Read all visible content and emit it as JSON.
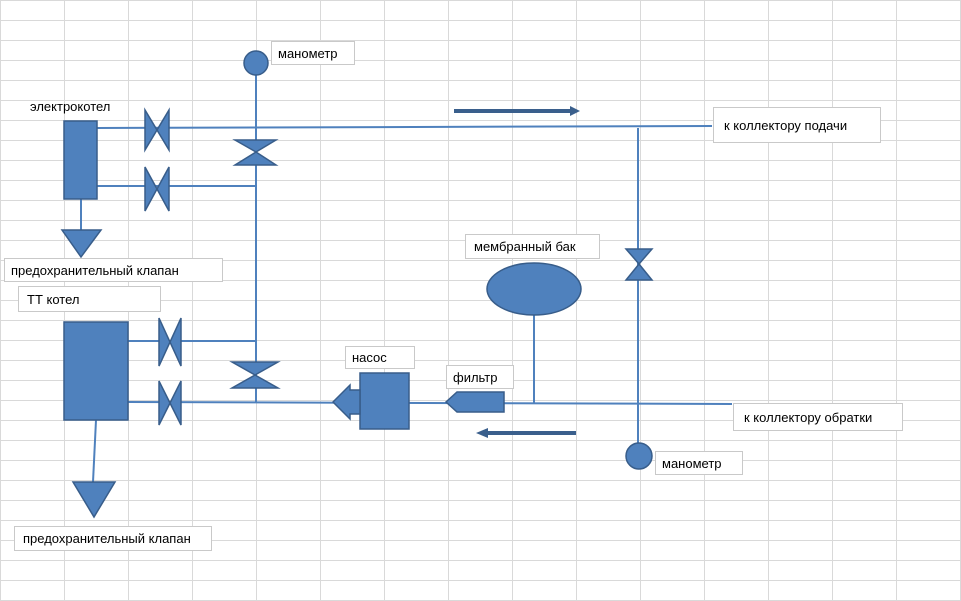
{
  "labels": {
    "manometer_top": "манометр",
    "electric_boiler": "электрокотел",
    "to_supply_collector": "к коллектору  подачи",
    "safety_valve_top": "предохранительный клапан",
    "solid_fuel_boiler": "ТТ котел",
    "membrane_tank": "мембранный бак",
    "pump": "насос",
    "filter": "фильтр",
    "to_return_collector": "к коллектору обратки",
    "manometer_bottom": "манометр",
    "safety_valve_bottom": "предохранительный клапан"
  },
  "colors": {
    "pipe": "#4f81bd",
    "fill": "#4f81bd",
    "stroke": "#385d8a",
    "arrow": "#3a5f8c",
    "grid": "#d9d9d9"
  }
}
